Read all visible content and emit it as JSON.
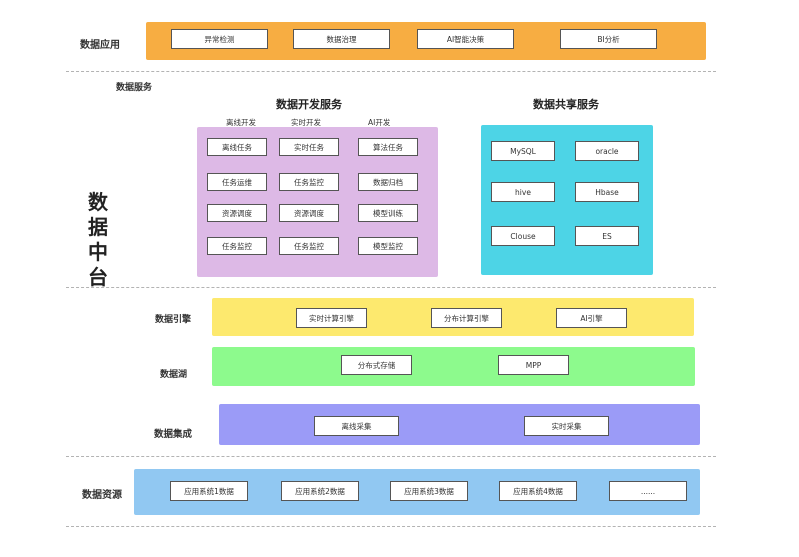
{
  "layers": {
    "app": {
      "label": "数据应用",
      "color": "#f7ad42",
      "items": [
        "异常检测",
        "数据治理",
        "AI智能决策",
        "BI分析"
      ]
    },
    "services": {
      "label": "数据服务"
    },
    "platform": {
      "title_chars": [
        "数",
        "据",
        "中",
        "台"
      ]
    },
    "dev": {
      "title": "数据开发服务",
      "color": "#ddb9e6",
      "columns": [
        "离线开发",
        "实时开发",
        "AI开发"
      ],
      "items": [
        "离线任务",
        "实时任务",
        "算法任务",
        "任务运维",
        "任务监控",
        "数据归档",
        "资源调度",
        "资源调度",
        "模型训练",
        "任务监控",
        "任务监控",
        "模型监控"
      ]
    },
    "share": {
      "title": "数据共享服务",
      "color": "#4dd4e6",
      "items": [
        "MySQL",
        "oracle",
        "hive",
        "Hbase",
        "Clouse",
        "ES"
      ]
    },
    "engine": {
      "label": "数据引擎",
      "color": "#fde96e",
      "items": [
        "实时计算引擎",
        "分布计算引擎",
        "AI引擎"
      ]
    },
    "lake": {
      "label": "数据湖",
      "color": "#8dfa8d",
      "items": [
        "分布式存储",
        "MPP"
      ]
    },
    "integration": {
      "label": "数据集成",
      "color": "#9b9bf7",
      "items": [
        "离线采集",
        "实时采集"
      ]
    },
    "resources": {
      "label": "数据资源",
      "color": "#91c8f2",
      "items": [
        "应用系统1数据",
        "应用系统2数据",
        "应用系统3数据",
        "应用系统4数据",
        "......"
      ]
    }
  }
}
